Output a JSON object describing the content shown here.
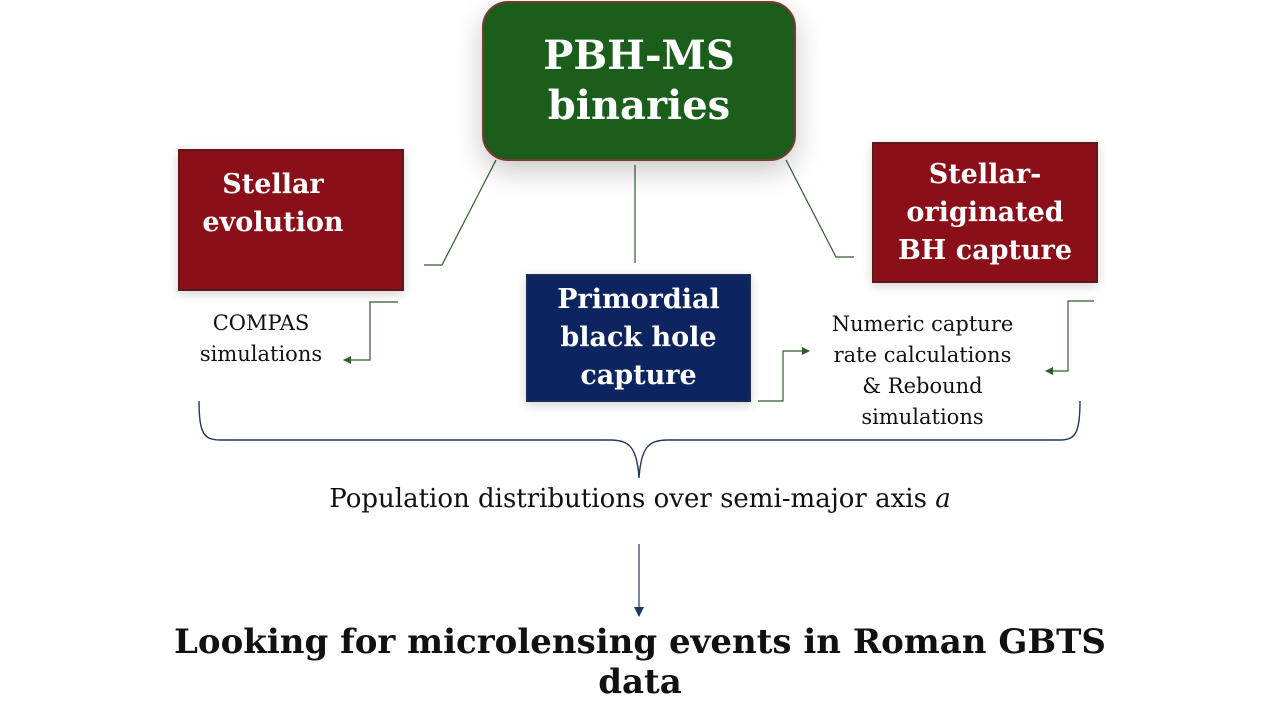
{
  "nodes": {
    "main": {
      "lines": [
        "PBH-MS",
        "binaries"
      ],
      "color": "#1b5e1b"
    },
    "stellar_evolution": {
      "lines": [
        "Stellar",
        "evolution"
      ],
      "color": "#8b0f18"
    },
    "primordial_capture": {
      "lines": [
        "Primordial",
        "black hole",
        "capture"
      ],
      "color": "#0c2460"
    },
    "stellar_bh_capture": {
      "lines": [
        "Stellar-",
        "originated",
        "BH capture"
      ],
      "color": "#8b0f18"
    }
  },
  "methods": {
    "compas": [
      "COMPAS",
      "simulations"
    ],
    "numeric": [
      "Numeric capture",
      "rate calculations",
      "& Rebound",
      "simulations"
    ]
  },
  "outcome": {
    "text": "Population distributions over semi-major axis",
    "variable": "a"
  },
  "goal": "Looking for microlensing events in Roman GBTS data",
  "colors": {
    "connector_green": "#2e5e2a",
    "connector_blue": "#1f3563"
  }
}
